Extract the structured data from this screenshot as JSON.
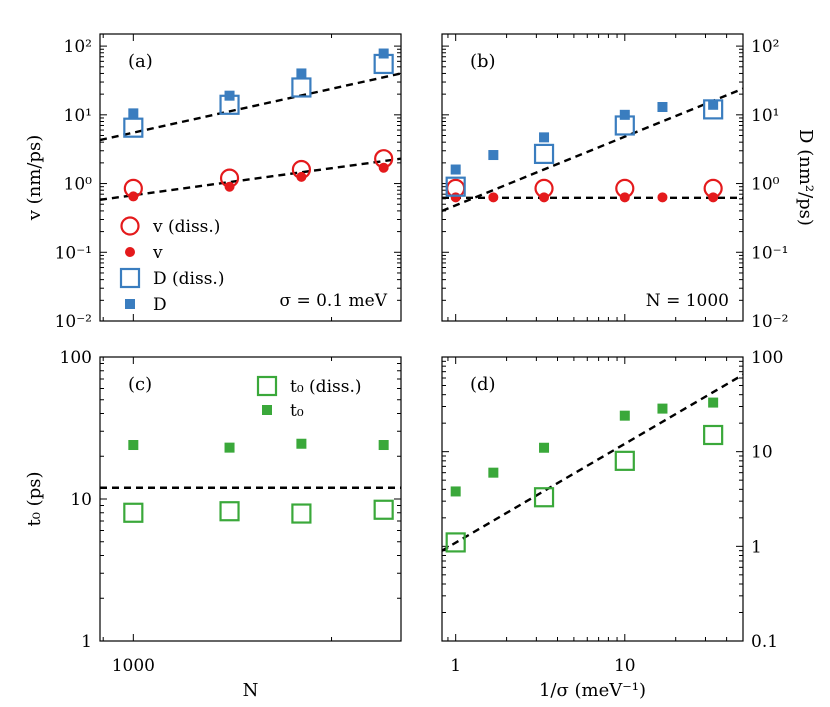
{
  "colors": {
    "red": "#e41a1c",
    "blue": "#3a7dbf",
    "green": "#3aa83a",
    "fit": "#000000"
  },
  "chart_data": [
    {
      "panel": "(a)",
      "type": "scatter",
      "x_scale": "log",
      "y_scale": "log",
      "xlim": [
        890,
        2550
      ],
      "ylim": [
        0.01,
        150
      ],
      "xlabel": "",
      "ylabel": "v (nm/ps)",
      "y_ticks": [
        "10⁻²",
        "10⁻¹",
        "10⁰",
        "10¹",
        "10²"
      ],
      "annotation": "σ = 0.1 meV",
      "legend": [
        {
          "label": "v (diss.)",
          "marker": "open-circle",
          "color": "#e41a1c"
        },
        {
          "label": "v",
          "marker": "filled-circle",
          "color": "#e41a1c"
        },
        {
          "label": "D (diss.)",
          "marker": "open-square",
          "color": "#3a7dbf"
        },
        {
          "label": "D",
          "marker": "filled-square",
          "color": "#3a7dbf"
        }
      ],
      "series": [
        {
          "marker": "open-circle",
          "color": "#e41a1c",
          "x": [
            1000,
            1400,
            1800,
            2400
          ],
          "y": [
            0.85,
            1.2,
            1.6,
            2.3
          ]
        },
        {
          "marker": "filled-circle",
          "color": "#e41a1c",
          "x": [
            1000,
            1400,
            1800,
            2400
          ],
          "y": [
            0.65,
            0.9,
            1.25,
            1.7
          ]
        },
        {
          "marker": "open-square",
          "color": "#3a7dbf",
          "x": [
            1000,
            1400,
            1800,
            2400
          ],
          "y": [
            6.5,
            14,
            25,
            55
          ]
        },
        {
          "marker": "filled-square",
          "color": "#3a7dbf",
          "x": [
            1000,
            1400,
            1800,
            2400
          ],
          "y": [
            10.5,
            19,
            40,
            78
          ]
        },
        {
          "marker": "dashed-line",
          "color": "#000000",
          "x": [
            890,
            2550
          ],
          "y": [
            0.58,
            2.3
          ]
        },
        {
          "marker": "dashed-line",
          "color": "#000000",
          "x": [
            890,
            2550
          ],
          "y": [
            4.3,
            40
          ]
        }
      ]
    },
    {
      "panel": "(b)",
      "type": "scatter",
      "x_scale": "log",
      "y_scale": "log",
      "xlim": [
        0.83,
        50
      ],
      "ylim": [
        0.01,
        150
      ],
      "xlabel": "",
      "ylabel": "D (nm²/ps)",
      "y_ticks": [
        "10⁻²",
        "10⁻¹",
        "10⁰",
        "10¹",
        "10²"
      ],
      "annotation": "N = 1000",
      "series": [
        {
          "marker": "open-circle",
          "color": "#e41a1c",
          "x": [
            1,
            3.33,
            10,
            33.3
          ],
          "y": [
            0.85,
            0.85,
            0.85,
            0.85
          ]
        },
        {
          "marker": "filled-circle",
          "color": "#e41a1c",
          "x": [
            1,
            1.67,
            3.33,
            10,
            16.7,
            33.3
          ],
          "y": [
            0.63,
            0.63,
            0.63,
            0.63,
            0.63,
            0.63
          ]
        },
        {
          "marker": "open-square",
          "color": "#3a7dbf",
          "x": [
            1,
            3.33,
            10,
            33.3
          ],
          "y": [
            0.9,
            2.7,
            7,
            12
          ]
        },
        {
          "marker": "filled-square",
          "color": "#3a7dbf",
          "x": [
            1,
            1.67,
            3.33,
            10,
            16.7,
            33.3
          ],
          "y": [
            1.6,
            2.6,
            4.7,
            10,
            13,
            14
          ]
        },
        {
          "marker": "dashed-line",
          "color": "#000000",
          "x": [
            0.83,
            50
          ],
          "y": [
            0.62,
            0.62
          ]
        },
        {
          "marker": "dashed-line",
          "color": "#000000",
          "x": [
            0.83,
            50
          ],
          "y": [
            0.4,
            24
          ]
        }
      ]
    },
    {
      "panel": "(c)",
      "type": "scatter",
      "x_scale": "log",
      "y_scale": "log",
      "xlim": [
        890,
        2550
      ],
      "ylim": [
        1,
        100
      ],
      "xlabel": "N",
      "ylabel": "t₀ (ps)",
      "x_ticks": [
        "1000"
      ],
      "y_ticks": [
        "1",
        "10",
        "100"
      ],
      "legend": [
        {
          "label": "t₀ (diss.)",
          "marker": "open-square",
          "color": "#3aa83a"
        },
        {
          "label": "t₀",
          "marker": "filled-square",
          "color": "#3aa83a"
        }
      ],
      "series": [
        {
          "marker": "open-square",
          "color": "#3aa83a",
          "x": [
            1000,
            1400,
            1800,
            2400
          ],
          "y": [
            8,
            8.2,
            7.9,
            8.4
          ]
        },
        {
          "marker": "filled-square",
          "color": "#3aa83a",
          "x": [
            1000,
            1400,
            1800,
            2400
          ],
          "y": [
            24,
            23,
            24.5,
            24
          ]
        },
        {
          "marker": "dashed-line",
          "color": "#000000",
          "x": [
            890,
            2550
          ],
          "y": [
            12,
            12
          ]
        }
      ]
    },
    {
      "panel": "(d)",
      "type": "scatter",
      "x_scale": "log",
      "y_scale": "log",
      "xlim": [
        0.83,
        50
      ],
      "ylim": [
        0.1,
        100
      ],
      "xlabel": "1/σ (meV⁻¹)",
      "ylabel": "",
      "x_ticks": [
        "1",
        "10"
      ],
      "y_ticks": [
        "0.1",
        "1",
        "10",
        "100"
      ],
      "series": [
        {
          "marker": "open-square",
          "color": "#3aa83a",
          "x": [
            1,
            3.33,
            10,
            33.3
          ],
          "y": [
            1.1,
            3.3,
            8,
            15
          ]
        },
        {
          "marker": "filled-square",
          "color": "#3aa83a",
          "x": [
            1,
            1.67,
            3.33,
            10,
            16.7,
            33.3
          ],
          "y": [
            3.8,
            6,
            11,
            24,
            28.5,
            33
          ]
        },
        {
          "marker": "dashed-line",
          "color": "#000000",
          "x": [
            0.83,
            50
          ],
          "y": [
            0.9,
            65
          ]
        }
      ]
    }
  ]
}
